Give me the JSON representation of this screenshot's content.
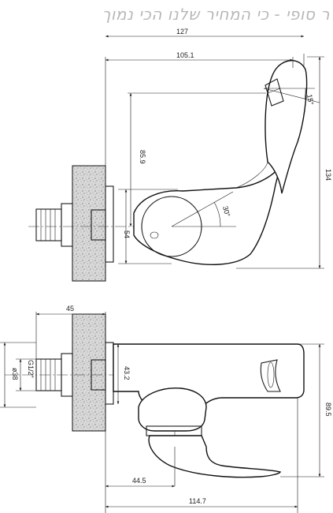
{
  "banner_text": "ר סופי - כי המחיר שלנו הכי נמוך",
  "top_view": {
    "dim_overall_width": "127",
    "dim_spout_reach": "105.1",
    "dim_height_overall": "134",
    "dim_spout_height": "85.9",
    "dim_handle_offset": "54",
    "angle_outlet": "15°",
    "angle_handle": "30°"
  },
  "side_view": {
    "dim_wall_depth": "45",
    "dim_outer_diameter": "ø38",
    "dim_thread": "G1/2\"",
    "dim_flange_height": "43.2",
    "dim_body_height": "89.5",
    "dim_handle_reach": "44.5",
    "dim_overall_length": "114.7"
  }
}
